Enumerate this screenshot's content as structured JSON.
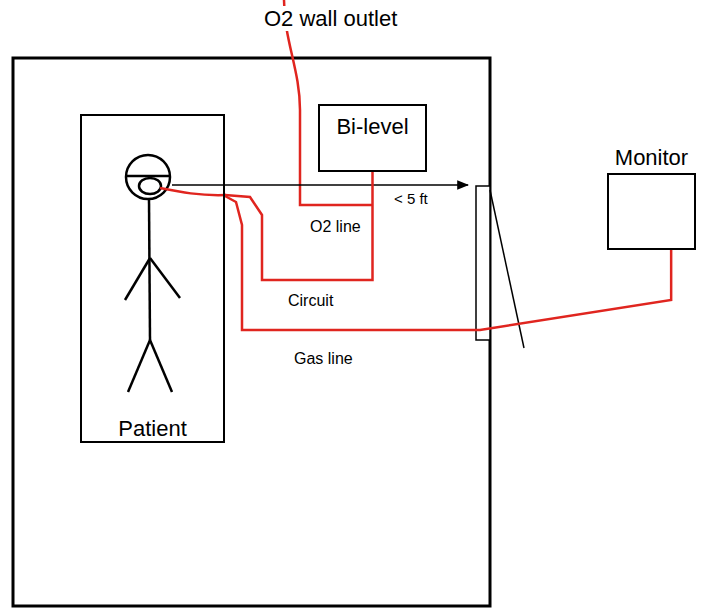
{
  "diagram": {
    "nodes": [
      {
        "text": [
          "Patient"
        ]
      },
      {
        "text": [
          "Bi-level"
        ]
      },
      {
        "text": [
          "Monitor"
        ]
      }
    ],
    "edges": [
      {
        "from": 0,
        "to": 1,
        "label": "Circuit",
        "arrow": "none"
      },
      {
        "from": 0,
        "to": 2,
        "label": "Gas line",
        "arrow": "none"
      }
    ],
    "labels": [
      "O2 wall outlet",
      "< 5 ft",
      "O2 line"
    ]
  }
}
